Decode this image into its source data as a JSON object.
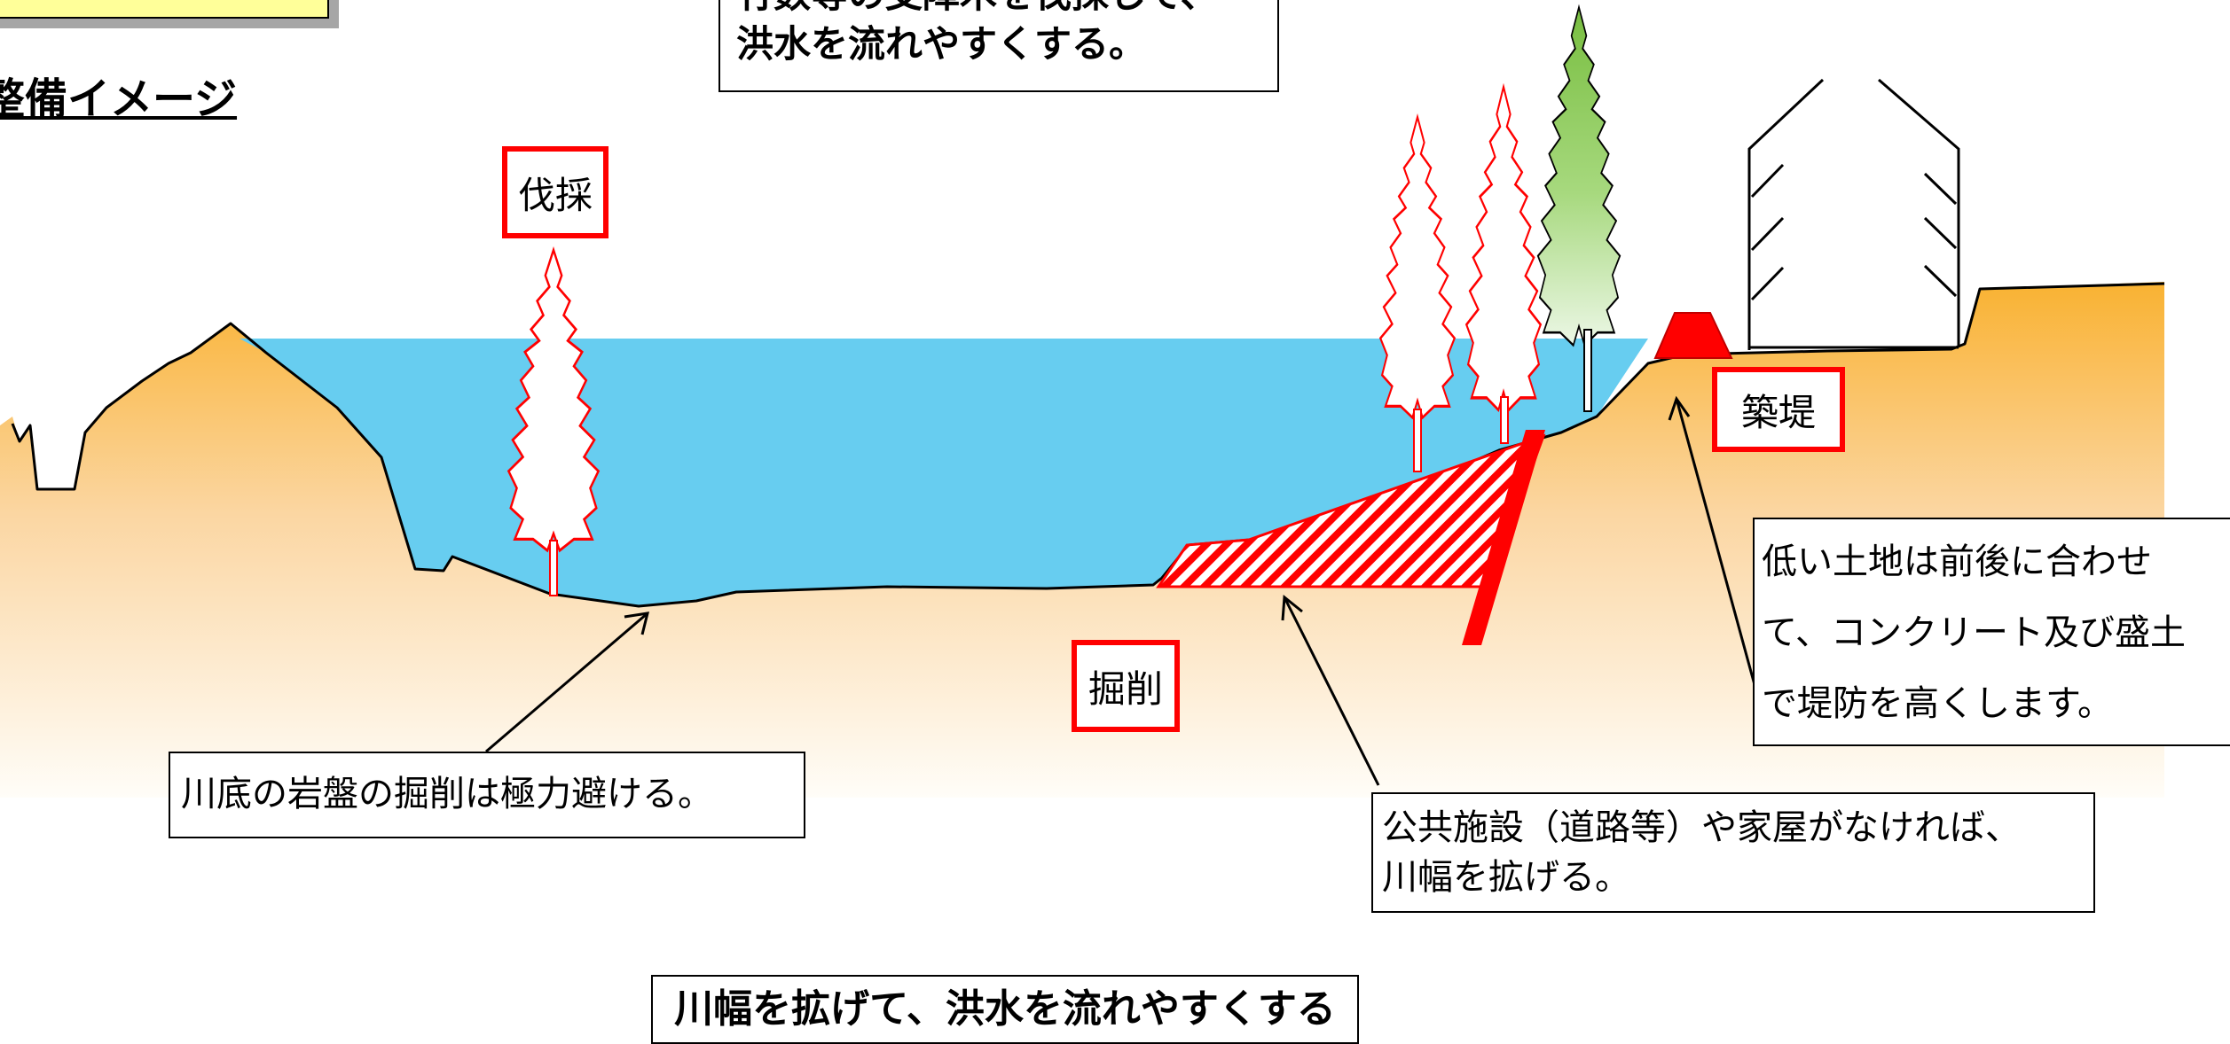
{
  "page": {
    "heading": "整備イメージ"
  },
  "callouts": {
    "top_note": {
      "line1": "竹数等の支障木を伐採して、",
      "line2": "洪水を流れやすくする。"
    },
    "riverbed_note": "川底の岩盤の掘削は極力避ける。",
    "public_note": {
      "line1": "公共施設（道路等）や家屋がなければ、",
      "line2": "川幅を拡げる。"
    },
    "levee_note": {
      "line1": "低い土地は前後に合わせ",
      "line2": "て、コンクリート及び盛土",
      "line3": "で堤防を高くします。"
    },
    "summary": "川幅を拡げて、洪水を流れやすくする"
  },
  "labels": {
    "cutting": "伐採",
    "excavation": "掘削",
    "embankment": "築堤"
  },
  "colors": {
    "water": "#67cdf0",
    "ground_top": "#f9b232",
    "ground_bottom": "#fffdf8",
    "accent_red": "#ff0000",
    "tree_green": "#7cc04a",
    "legend_fill": "#ffff99"
  }
}
